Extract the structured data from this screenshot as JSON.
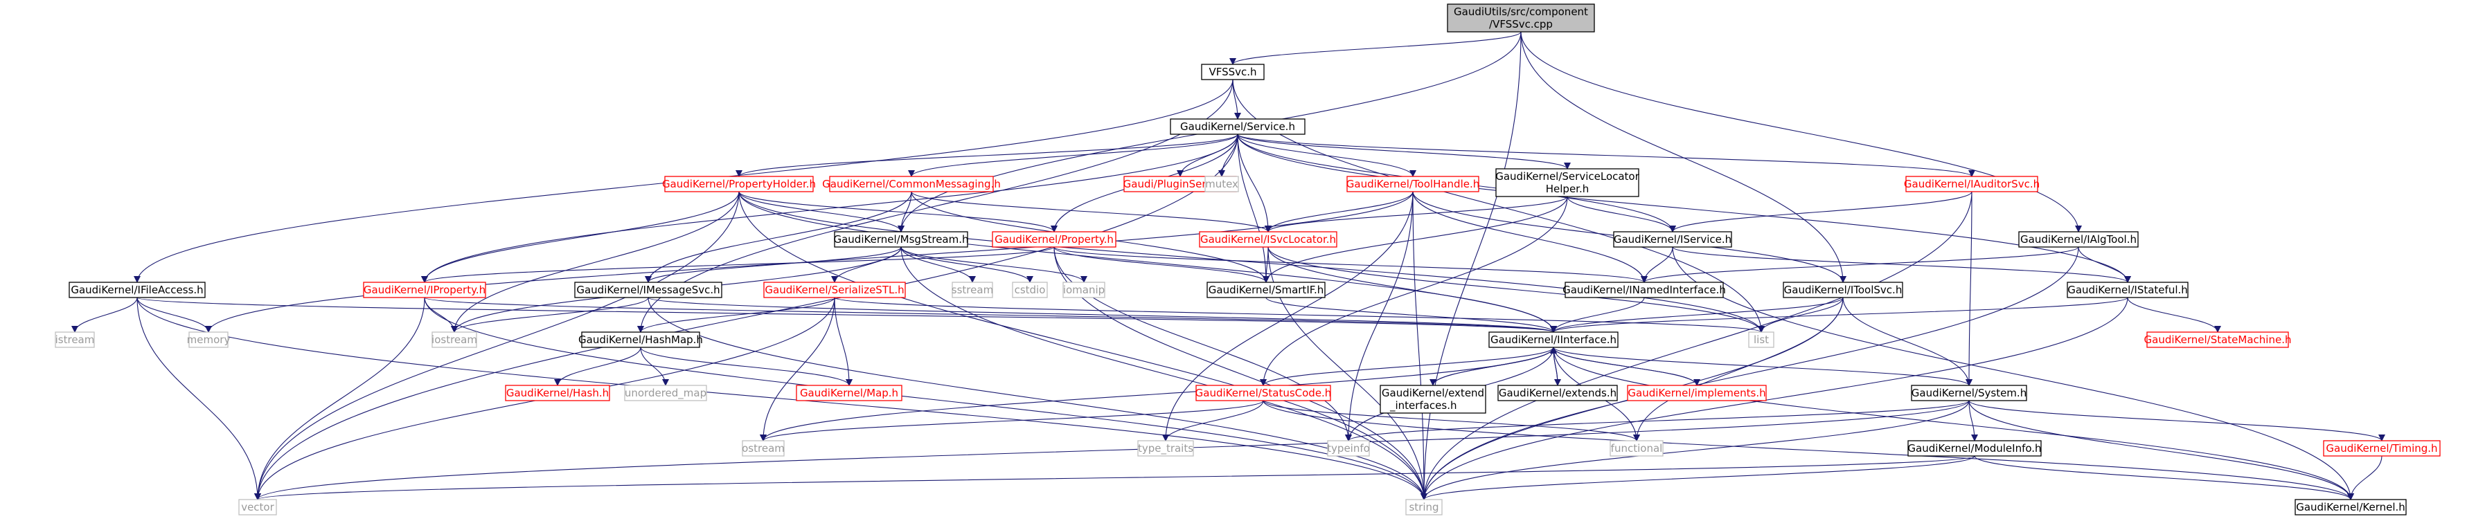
{
  "nodes": [
    {
      "id": "root",
      "label": "GaudiUtils/src/component\n/VFSSvc.cpp",
      "kind": "root"
    },
    {
      "id": "vfssvc",
      "label": "VFSSvc.h",
      "kind": "normal"
    },
    {
      "id": "service",
      "label": "GaudiKernel/Service.h",
      "kind": "normal"
    },
    {
      "id": "ifileaccess",
      "label": "GaudiKernel/IFileAccess.h",
      "kind": "normal"
    },
    {
      "id": "propholder",
      "label": "GaudiKernel/PropertyHolder.h",
      "kind": "red"
    },
    {
      "id": "commonmsg",
      "label": "GaudiKernel/CommonMessaging.h",
      "kind": "red"
    },
    {
      "id": "pluginsvc",
      "label": "Gaudi/PluginService.h",
      "kind": "red"
    },
    {
      "id": "mutex",
      "label": "mutex",
      "kind": "gray"
    },
    {
      "id": "toolhandle",
      "label": "GaudiKernel/ToolHandle.h",
      "kind": "red"
    },
    {
      "id": "svclochelper",
      "label": "GaudiKernel/ServiceLocator\nHelper.h",
      "kind": "normal"
    },
    {
      "id": "iauditorsvc",
      "label": "GaudiKernel/IAuditorSvc.h",
      "kind": "red"
    },
    {
      "id": "msgstream",
      "label": "GaudiKernel/MsgStream.h",
      "kind": "normal"
    },
    {
      "id": "property",
      "label": "GaudiKernel/Property.h",
      "kind": "red"
    },
    {
      "id": "isvclocator",
      "label": "GaudiKernel/ISvcLocator.h",
      "kind": "red"
    },
    {
      "id": "iservice",
      "label": "GaudiKernel/IService.h",
      "kind": "normal"
    },
    {
      "id": "ialgtool",
      "label": "GaudiKernel/IAlgTool.h",
      "kind": "normal"
    },
    {
      "id": "iproperty",
      "label": "GaudiKernel/IProperty.h",
      "kind": "red"
    },
    {
      "id": "imessagesvc",
      "label": "GaudiKernel/IMessageSvc.h",
      "kind": "normal"
    },
    {
      "id": "serializestl",
      "label": "GaudiKernel/SerializeSTL.h",
      "kind": "red"
    },
    {
      "id": "sstream",
      "label": "sstream",
      "kind": "gray"
    },
    {
      "id": "cstdio",
      "label": "cstdio",
      "kind": "gray"
    },
    {
      "id": "iomanip",
      "label": "iomanip",
      "kind": "gray"
    },
    {
      "id": "smartif",
      "label": "GaudiKernel/SmartIF.h",
      "kind": "normal"
    },
    {
      "id": "inamedif",
      "label": "GaudiKernel/INamedInterface.h",
      "kind": "normal"
    },
    {
      "id": "itoolsvc",
      "label": "GaudiKernel/IToolSvc.h",
      "kind": "normal"
    },
    {
      "id": "istateful",
      "label": "GaudiKernel/IStateful.h",
      "kind": "normal"
    },
    {
      "id": "istream",
      "label": "istream",
      "kind": "gray"
    },
    {
      "id": "memory",
      "label": "memory",
      "kind": "gray"
    },
    {
      "id": "iostream",
      "label": "iostream",
      "kind": "gray"
    },
    {
      "id": "hashmap",
      "label": "GaudiKernel/HashMap.h",
      "kind": "normal"
    },
    {
      "id": "iinterface",
      "label": "GaudiKernel/IInterface.h",
      "kind": "normal"
    },
    {
      "id": "list",
      "label": "list",
      "kind": "gray"
    },
    {
      "id": "statemachine",
      "label": "GaudiKernel/StateMachine.h",
      "kind": "red"
    },
    {
      "id": "hash",
      "label": "GaudiKernel/Hash.h",
      "kind": "red"
    },
    {
      "id": "unorderedmap",
      "label": "unordered_map",
      "kind": "gray"
    },
    {
      "id": "map",
      "label": "GaudiKernel/Map.h",
      "kind": "red"
    },
    {
      "id": "statuscode",
      "label": "GaudiKernel/StatusCode.h",
      "kind": "red"
    },
    {
      "id": "extendif",
      "label": "GaudiKernel/extend\n_interfaces.h",
      "kind": "normal"
    },
    {
      "id": "extends",
      "label": "GaudiKernel/extends.h",
      "kind": "normal"
    },
    {
      "id": "implements",
      "label": "GaudiKernel/implements.h",
      "kind": "red"
    },
    {
      "id": "system",
      "label": "GaudiKernel/System.h",
      "kind": "normal"
    },
    {
      "id": "ostream",
      "label": "ostream",
      "kind": "gray"
    },
    {
      "id": "typetraits",
      "label": "type_traits",
      "kind": "gray"
    },
    {
      "id": "typeinfo",
      "label": "typeinfo",
      "kind": "gray"
    },
    {
      "id": "functional",
      "label": "functional",
      "kind": "gray"
    },
    {
      "id": "moduleinfo",
      "label": "GaudiKernel/ModuleInfo.h",
      "kind": "normal"
    },
    {
      "id": "timing",
      "label": "GaudiKernel/Timing.h",
      "kind": "red"
    },
    {
      "id": "vector",
      "label": "vector",
      "kind": "gray"
    },
    {
      "id": "string",
      "label": "string",
      "kind": "gray"
    },
    {
      "id": "kernel",
      "label": "GaudiKernel/Kernel.h",
      "kind": "normal"
    }
  ],
  "edges": [
    [
      "root",
      "vfssvc"
    ],
    [
      "root",
      "msgstream"
    ],
    [
      "root",
      "itoolsvc"
    ],
    [
      "root",
      "ialgtool"
    ],
    [
      "root",
      "string"
    ],
    [
      "vfssvc",
      "service"
    ],
    [
      "vfssvc",
      "ifileaccess"
    ],
    [
      "vfssvc",
      "hashmap"
    ],
    [
      "vfssvc",
      "list"
    ],
    [
      "service",
      "propholder"
    ],
    [
      "service",
      "commonmsg"
    ],
    [
      "service",
      "pluginsvc"
    ],
    [
      "service",
      "mutex"
    ],
    [
      "service",
      "toolhandle"
    ],
    [
      "service",
      "svclochelper"
    ],
    [
      "service",
      "iauditorsvc"
    ],
    [
      "service",
      "property"
    ],
    [
      "service",
      "isvclocator"
    ],
    [
      "service",
      "iservice"
    ],
    [
      "service",
      "istateful"
    ],
    [
      "service",
      "iproperty"
    ],
    [
      "service",
      "smartif"
    ],
    [
      "service",
      "vector"
    ],
    [
      "propholder",
      "iproperty"
    ],
    [
      "propholder",
      "msgstream"
    ],
    [
      "propholder",
      "property"
    ],
    [
      "propholder",
      "iinterface"
    ],
    [
      "propholder",
      "list"
    ],
    [
      "propholder",
      "iostream"
    ],
    [
      "propholder",
      "vector"
    ],
    [
      "propholder",
      "string"
    ],
    [
      "commonmsg",
      "msgstream"
    ],
    [
      "commonmsg",
      "imessagesvc"
    ],
    [
      "commonmsg",
      "isvclocator"
    ],
    [
      "commonmsg",
      "smartif"
    ],
    [
      "toolhandle",
      "isvclocator"
    ],
    [
      "toolhandle",
      "inamedif"
    ],
    [
      "toolhandle",
      "itoolsvc"
    ],
    [
      "toolhandle",
      "typeinfo"
    ],
    [
      "toolhandle",
      "typetraits"
    ],
    [
      "toolhandle",
      "string"
    ],
    [
      "toolhandle",
      "memory"
    ],
    [
      "svclochelper",
      "isvclocator"
    ],
    [
      "svclochelper",
      "iservice"
    ],
    [
      "svclochelper",
      "smartif"
    ],
    [
      "svclochelper",
      "statuscode"
    ],
    [
      "iauditorsvc",
      "iservice"
    ],
    [
      "iauditorsvc",
      "system"
    ],
    [
      "iauditorsvc",
      "string"
    ],
    [
      "msgstream",
      "imessagesvc"
    ],
    [
      "msgstream",
      "serializestl"
    ],
    [
      "msgstream",
      "sstream"
    ],
    [
      "msgstream",
      "cstdio"
    ],
    [
      "msgstream",
      "iomanip"
    ],
    [
      "msgstream",
      "string"
    ],
    [
      "msgstream",
      "iostream"
    ],
    [
      "property",
      "iproperty"
    ],
    [
      "property",
      "smartif"
    ],
    [
      "property",
      "inamedif"
    ],
    [
      "property",
      "string"
    ],
    [
      "property",
      "typeinfo"
    ],
    [
      "isvclocator",
      "smartif"
    ],
    [
      "isvclocator",
      "iinterface"
    ],
    [
      "isvclocator",
      "list"
    ],
    [
      "isvclocator",
      "string"
    ],
    [
      "iservice",
      "inamedif"
    ],
    [
      "iservice",
      "istateful"
    ],
    [
      "iservice",
      "kernel"
    ],
    [
      "ialgtool",
      "inamedif"
    ],
    [
      "ialgtool",
      "istateful"
    ],
    [
      "ialgtool",
      "string"
    ],
    [
      "iproperty",
      "iinterface"
    ],
    [
      "iproperty",
      "iostream"
    ],
    [
      "iproperty",
      "vector"
    ],
    [
      "iproperty",
      "string"
    ],
    [
      "imessagesvc",
      "iinterface"
    ],
    [
      "imessagesvc",
      "string"
    ],
    [
      "imessagesvc",
      "iostream"
    ],
    [
      "serializestl",
      "hashmap"
    ],
    [
      "serializestl",
      "map"
    ],
    [
      "serializestl",
      "vector"
    ],
    [
      "serializestl",
      "list"
    ],
    [
      "serializestl",
      "ostream"
    ],
    [
      "smartif",
      "iinterface"
    ],
    [
      "inamedif",
      "iinterface"
    ],
    [
      "itoolsvc",
      "iinterface"
    ],
    [
      "itoolsvc",
      "system"
    ],
    [
      "itoolsvc",
      "list"
    ],
    [
      "itoolsvc",
      "functional"
    ],
    [
      "itoolsvc",
      "string"
    ],
    [
      "istateful",
      "iinterface"
    ],
    [
      "istateful",
      "statemachine"
    ],
    [
      "istateful",
      "string"
    ],
    [
      "ifileaccess",
      "iinterface"
    ],
    [
      "ifileaccess",
      "istream"
    ],
    [
      "ifileaccess",
      "memory"
    ],
    [
      "ifileaccess",
      "vector"
    ],
    [
      "ifileaccess",
      "string"
    ],
    [
      "hashmap",
      "hash"
    ],
    [
      "hashmap",
      "unorderedmap"
    ],
    [
      "hashmap",
      "map"
    ],
    [
      "iinterface",
      "statuscode"
    ],
    [
      "iinterface",
      "extendif"
    ],
    [
      "iinterface",
      "extends"
    ],
    [
      "iinterface",
      "implements"
    ],
    [
      "iinterface",
      "system"
    ],
    [
      "iinterface",
      "typeinfo"
    ],
    [
      "iinterface",
      "ostream"
    ],
    [
      "iinterface",
      "kernel"
    ],
    [
      "iinterface",
      "functional"
    ],
    [
      "statuscode",
      "ostream"
    ],
    [
      "statuscode",
      "typetraits"
    ],
    [
      "statuscode",
      "functional"
    ],
    [
      "statuscode",
      "kernel"
    ],
    [
      "extendif",
      "iinterface"
    ],
    [
      "extends",
      "iinterface"
    ],
    [
      "implements",
      "iinterface"
    ],
    [
      "system",
      "moduleinfo"
    ],
    [
      "system",
      "timing"
    ],
    [
      "system",
      "kernel"
    ],
    [
      "system",
      "typeinfo"
    ],
    [
      "system",
      "vector"
    ],
    [
      "system",
      "string"
    ],
    [
      "moduleinfo",
      "string"
    ],
    [
      "moduleinfo",
      "vector"
    ],
    [
      "moduleinfo",
      "kernel"
    ],
    [
      "timing",
      "kernel"
    ]
  ]
}
